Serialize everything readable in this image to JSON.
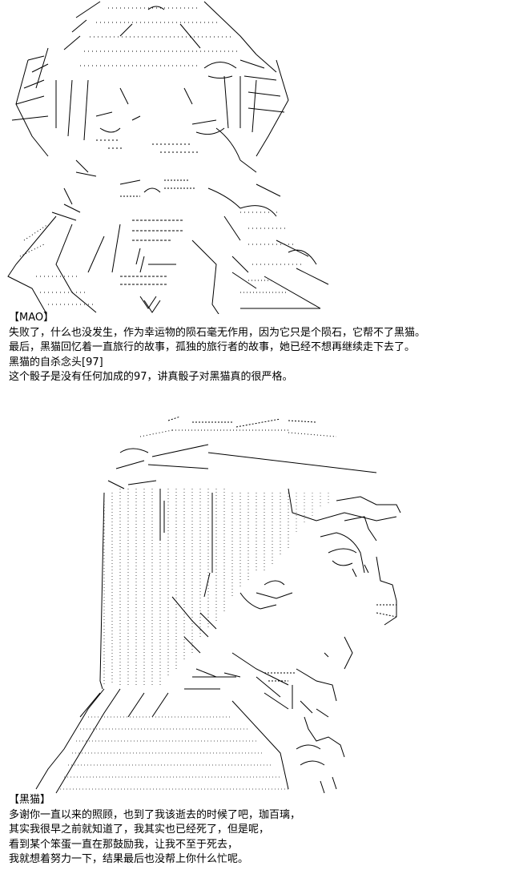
{
  "panel_1": {
    "speaker": "【MAO】",
    "lines": [
      "失败了，什么也没发生，作为幸运物的陨石毫无作用，因为它只是个陨石，它帮不了黑猫。",
      "最后，黑猫回忆着一直旅行的故事，孤独的旅行者的故事，她已经不想再继续走下去了。",
      "黑猫的自杀念头[97]",
      "这个骰子是没有任何加成的97，讲真骰子对黑猫真的很严格。"
    ]
  },
  "panel_2": {
    "speaker": "【黑猫】",
    "lines": [
      "多谢你一直以来的照顾，也到了我该逝去的时候了吧，珈百璃，",
      "其实我很早之前就知道了，我其实也已经死了，但是呢，",
      "看到某个笨蛋一直在那鼓励我，让我不至于死去，",
      "我就想着努力一下，结果最后也没帮上你什么忙呢。"
    ]
  },
  "colors": {
    "ink": "#000000",
    "background": "#ffffff"
  }
}
